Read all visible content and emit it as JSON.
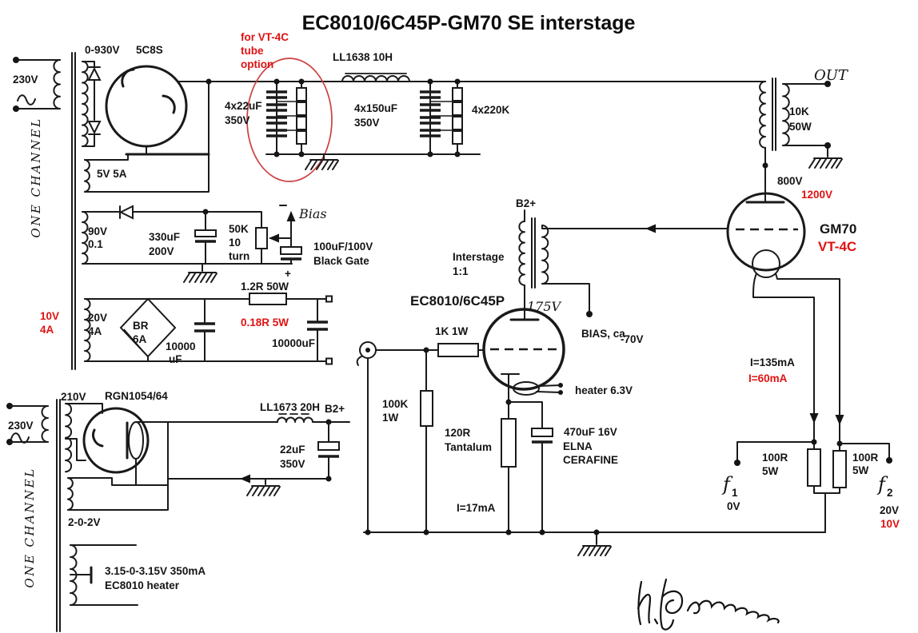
{
  "title": "EC8010/6C45P-GM70 SE interstage",
  "psu_top": {
    "mains": "230V",
    "hv_winding": "0-930V",
    "rectifier": "5C8S",
    "heater_winding": "5V  5A",
    "channel": "ONE CHANNEL",
    "note_red_1": "for VT-4C",
    "note_red_2": "tube",
    "note_red_3": "option",
    "cap1_1": "4x22uF",
    "cap1_2": "350V",
    "choke": "LL1638 10H",
    "cap2_1": "4x150uF",
    "cap2_2": "350V",
    "bleeder": "4x220K"
  },
  "bias": {
    "winding_1": "90V",
    "winding_2": "0.1",
    "cap_1": "330uF",
    "cap_2": "200V",
    "pot_1": "50K",
    "pot_2": "10",
    "pot_3": "turn",
    "label": "Bias",
    "minus": "-",
    "plus": "+",
    "cap2_1": "100uF/100V",
    "cap2_2": "Black Gate"
  },
  "fil": {
    "red_1": "10V",
    "red_2": "4A",
    "winding_1": "20V",
    "winding_2": "4A",
    "bridge_1": "BR",
    "bridge_2": "6A",
    "cap1_1": "10000",
    "cap1_2": "uF",
    "res_top": "1.2R 50W",
    "res_red": "0.18R 5W",
    "cap2": "10000uF"
  },
  "b2": {
    "hv_winding": "210V",
    "rectifier": "RGN1054/64",
    "mains": "230V",
    "choke": "LL1673 20H",
    "label": "B2+",
    "cap_1": "22uF",
    "cap_2": "350V",
    "fil_winding": "2-0-2V",
    "channel": "ONE CHANNEL",
    "heater_1": "3.15-0-3.15V 350mA",
    "heater_2": "EC8010 heater"
  },
  "driver": {
    "tube": "EC8010/6C45P",
    "grid_res": "1K 1W",
    "leak_1": "100K",
    "leak_2": "1W",
    "cath_res_1": "120R",
    "cath_res_2": "Tantalum",
    "cath_cap_1": "470uF 16V",
    "cath_cap_2": "ELNA",
    "cath_cap_3": "CERAFINE",
    "heater": "heater 6.3V",
    "current": "I=17mA",
    "plate_v": "175V",
    "b2_label": "B2+",
    "it_1": "Interstage",
    "it_2": "1:1",
    "bias_1": "BIAS, ca",
    "bias_2": "-70V"
  },
  "out": {
    "label": "OUT",
    "ot_1": "10K",
    "ot_2": "50W",
    "v_black": "800V",
    "v_red": "1200V",
    "tube_black": "GM70",
    "tube_red": "VT-4C",
    "i_black": "I=135mA",
    "i_red": "I=60mA",
    "r1_1": "100R",
    "r1_2": "5W",
    "r2_1": "100R",
    "r2_2": "5W",
    "f1": "f",
    "f1_sub": "1",
    "f1_v": "0V",
    "f2": "f",
    "f2_sub": "2",
    "f2_v": "20V",
    "f2_v_red": "10V"
  }
}
